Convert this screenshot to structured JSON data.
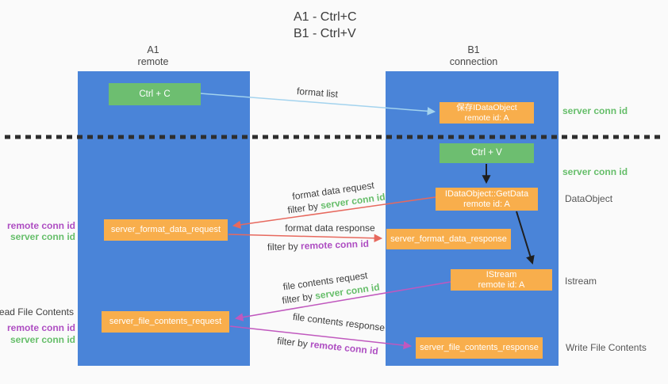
{
  "title": {
    "line1": "A1 - Ctrl+C",
    "line2": "B1 - Ctrl+V"
  },
  "lanes": {
    "a1": {
      "name": "A1",
      "subtitle": "remote"
    },
    "b1": {
      "name": "B1",
      "subtitle": "connection"
    }
  },
  "nodes": {
    "ctrl_c": {
      "label": "Ctrl + C"
    },
    "save_idataobject": {
      "line1": "保存IDataObject",
      "line2": "remote id: A"
    },
    "ctrl_v": {
      "label": "Ctrl + V"
    },
    "getdata": {
      "line1": "IDataObject::GetData",
      "line2": "remote id: A"
    },
    "format_request": {
      "label": "server_format_data_request"
    },
    "format_response": {
      "label": "server_format_data_response"
    },
    "istream": {
      "line1": "IStream",
      "line2": "remote id: A"
    },
    "file_request": {
      "label": "server_file_contents_request"
    },
    "file_response": {
      "label": "server_file_contents_response"
    }
  },
  "arrow_labels": {
    "format_list": "format list",
    "format_data_request": "format data request",
    "format_data_response": "format data response",
    "file_contents_request": "file contents request",
    "file_contents_response": "file contents response",
    "filter_by": "filter by ",
    "server_conn_id": "server conn id",
    "remote_conn_id": "remote conn id"
  },
  "annotations": {
    "left": {
      "remote_conn_id_1": "remote conn id",
      "server_conn_id_1": "server conn id",
      "read_file_contents": "Read File Contents",
      "remote_conn_id_2": "remote conn id",
      "server_conn_id_2": "server conn id"
    },
    "right": {
      "server_conn_id_1": "server conn id",
      "server_conn_id_2": "server conn id",
      "dataobject": "DataObject",
      "istream": "Istream",
      "write_file_contents": "Write File Contents"
    }
  },
  "colors": {
    "lane_blue": "#4a84d8",
    "node_green": "#6dbe70",
    "node_orange": "#f8ae4c",
    "arrow_lightblue": "#a3d3ee",
    "arrow_red": "#e7695e",
    "arrow_magenta": "#c058be",
    "arrow_black": "#1f1f1f",
    "divider_dark": "#2e2e2e",
    "text_green": "#66be6a",
    "text_purple": "#ae4ec2"
  }
}
